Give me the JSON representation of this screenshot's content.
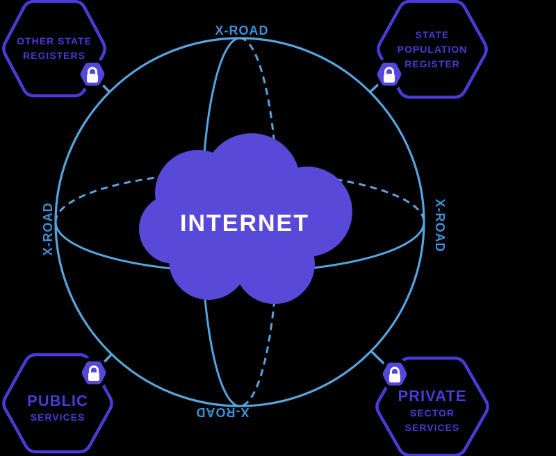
{
  "title": "X-Road data exchange diagram",
  "colors": {
    "background": "#000000",
    "line_blue": "#55A5E0",
    "text_blue": "#3A92D8",
    "purple": "#4A3BD8",
    "cloud_purple": "#5849D9",
    "badge_purple": "#5348DB",
    "lock_white": "#ffffff"
  },
  "cloud": {
    "label": "INTERNET"
  },
  "xroad_labels": {
    "top": "X-ROAD",
    "right": "X-ROAD",
    "bottom": "X-ROAD",
    "left": "X-ROAD"
  },
  "nodes": [
    {
      "id": "other-state-registers",
      "position": "top-left",
      "lines": [
        "OTHER STATE",
        "REGISTERS"
      ],
      "icon": "lock-icon"
    },
    {
      "id": "state-population-register",
      "position": "top-right",
      "lines": [
        "STATE",
        "POPULATION",
        "REGISTER"
      ],
      "icon": "lock-icon"
    },
    {
      "id": "public-services",
      "position": "bottom-left",
      "lines": [
        "PUBLIC",
        "SERVICES"
      ],
      "icon": "lock-icon"
    },
    {
      "id": "private-sector-services",
      "position": "bottom-right",
      "lines": [
        "PRIVATE",
        "SECTOR",
        "SERVICES"
      ],
      "icon": "lock-icon"
    }
  ]
}
